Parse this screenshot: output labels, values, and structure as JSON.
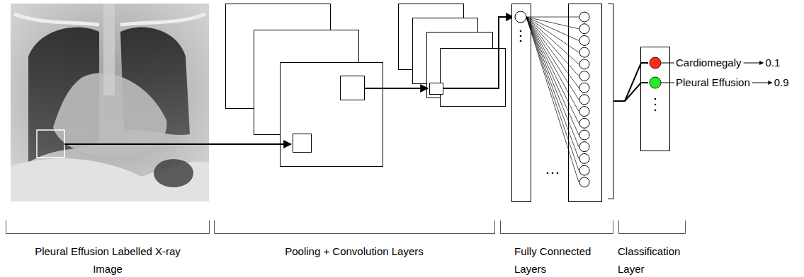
{
  "diagram": {
    "nodes": [
      {
        "text": [
          "Cardiomegaly"
        ]
      },
      {
        "text": [
          "Pleural Effusion"
        ]
      }
    ],
    "labels": [
      "0.1",
      "0.9",
      "Pleural Effusion Labelled X-ray Image",
      "Pooling + Convolution Layers",
      "Fully Connected Layers",
      "Classification Layer"
    ]
  }
}
